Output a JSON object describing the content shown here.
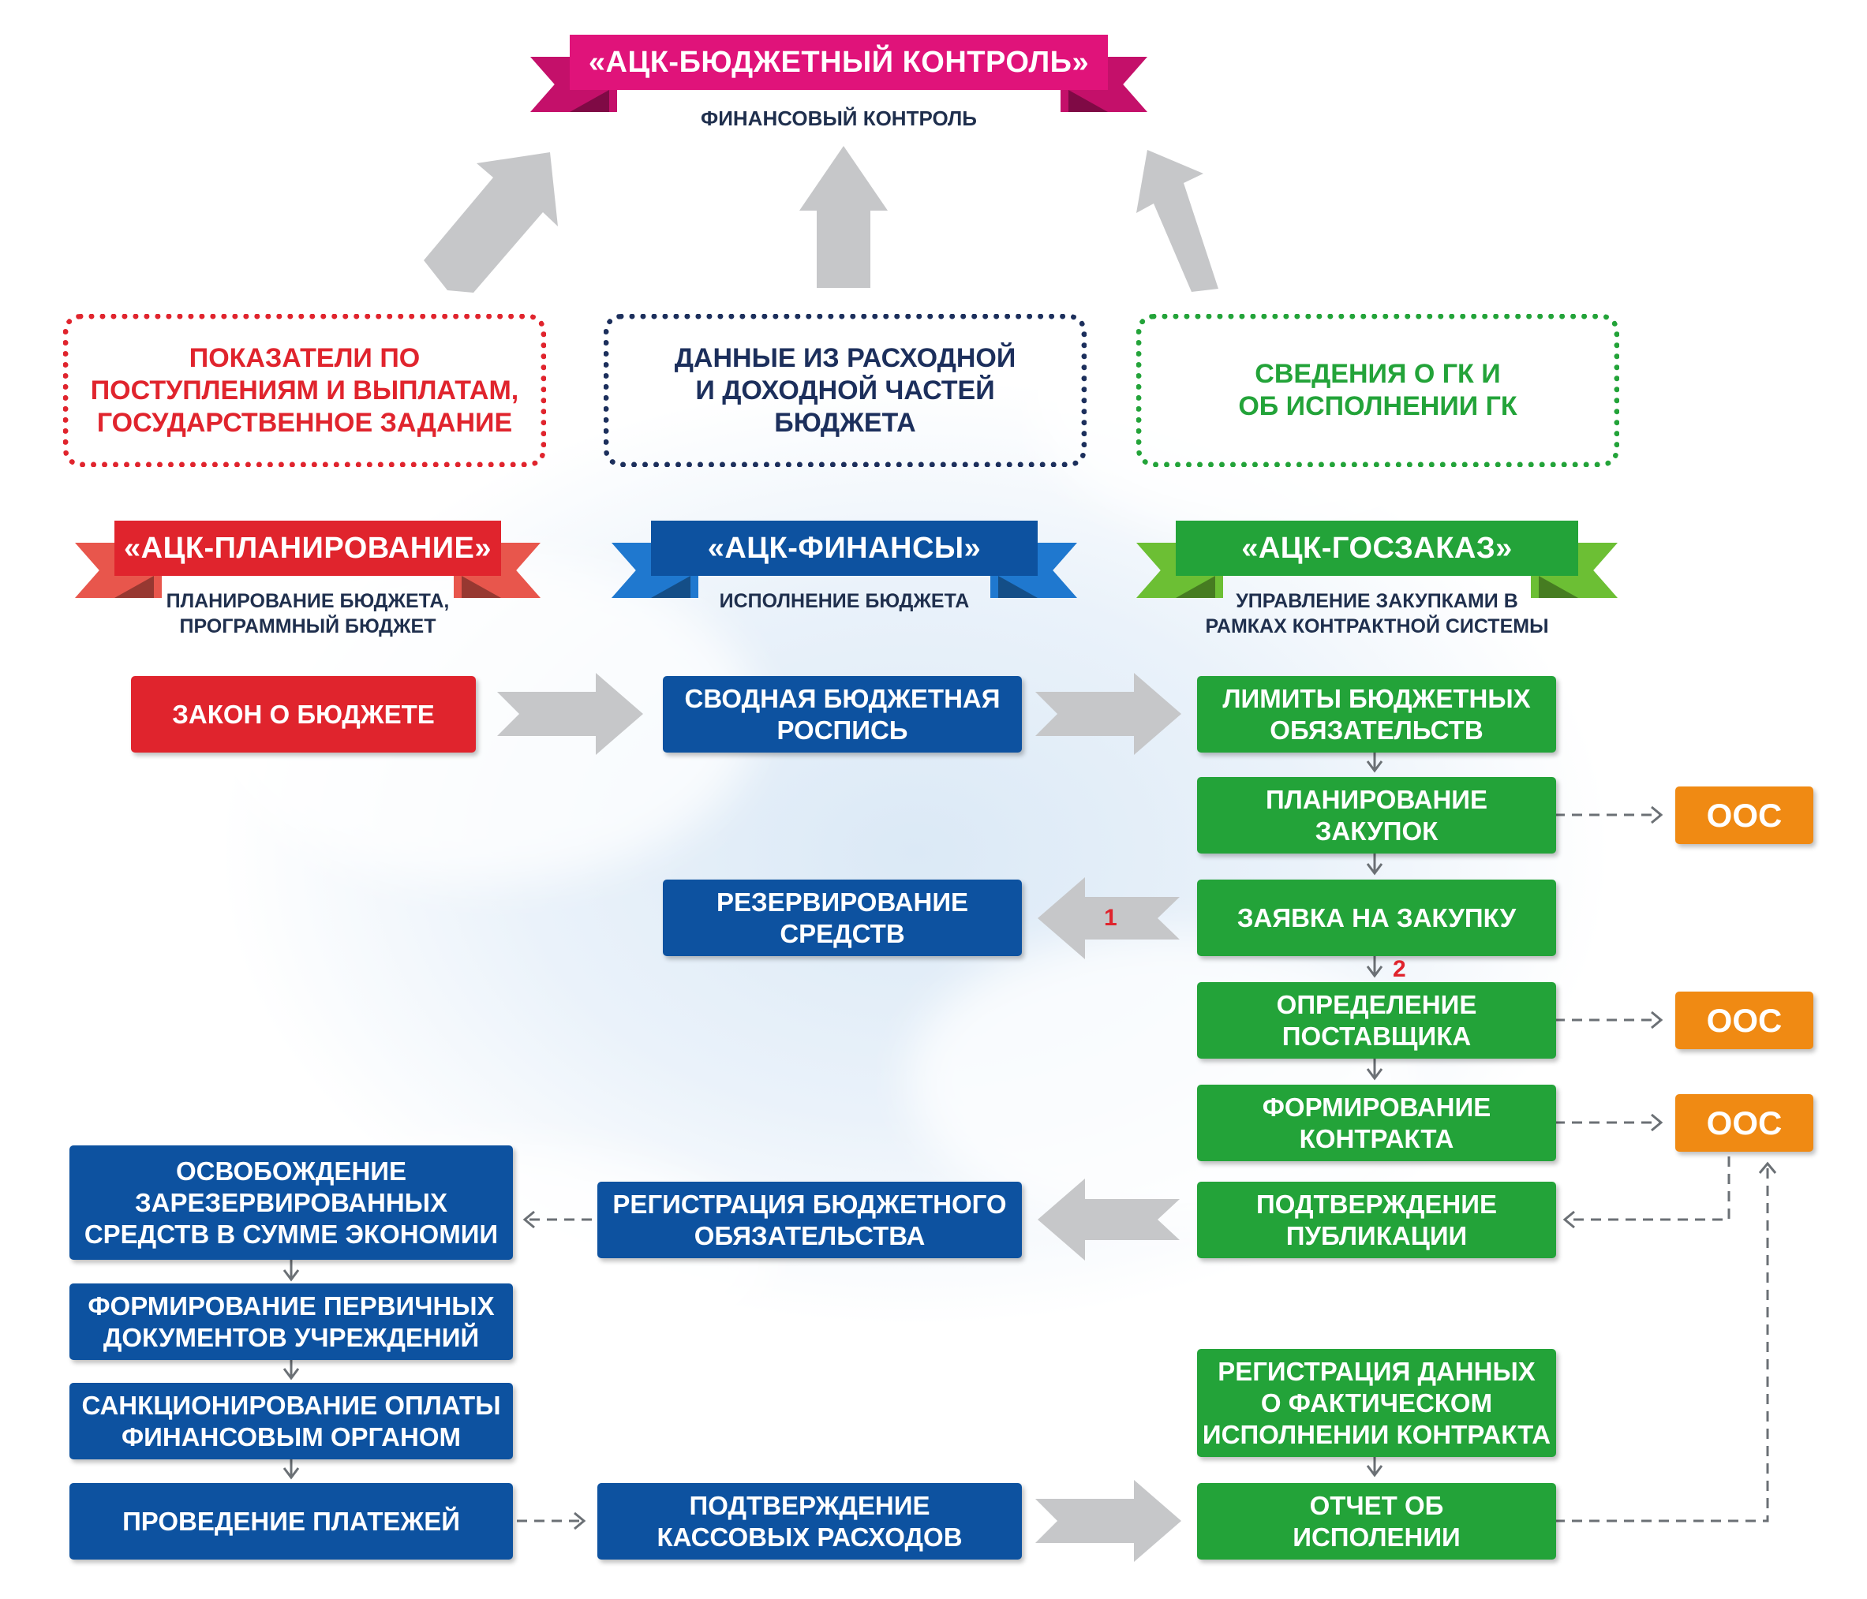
{
  "colors": {
    "control_magenta": "#e0137a",
    "planning_red": "#e0242d",
    "finance_blue": "#0d52a0",
    "procurement_green": "#23a339",
    "oos_orange": "#f08a13",
    "flow_arrow_gray": "#c6c7c9"
  },
  "top": {
    "title": "«АЦК-БЮДЖЕТНЫЙ КОНТРОЛЬ»",
    "subtitle": "ФИНАНСОВЫЙ КОНТРОЛЬ"
  },
  "data_sources": {
    "planning": "ПОКАЗАТЕЛИ ПО\nПОСТУПЛЕНИЯМ И ВЫПЛАТАМ,\nГОСУДАРСТВЕННОЕ ЗАДАНИЕ",
    "finance": "ДАННЫЕ ИЗ РАСХОДНОЙ\nИ ДОХОДНОЙ ЧАСТЕЙ\nБЮДЖЕТА",
    "procurement": "СВЕДЕНИЯ О ГК И\nОБ ИСПОЛНЕНИИ ГК"
  },
  "modules": {
    "planning": {
      "title": "«АЦК-ПЛАНИРОВАНИЕ»",
      "subtitle": "ПЛАНИРОВАНИЕ БЮДЖЕТА,\nПРОГРАММНЫЙ БЮДЖЕТ"
    },
    "finance": {
      "title": "«АЦК-ФИНАНСЫ»",
      "subtitle": "ИСПОЛНЕНИЕ БЮДЖЕТА"
    },
    "procurement": {
      "title": "«АЦК-ГОСЗАКАЗ»",
      "subtitle": "УПРАВЛЕНИЕ ЗАКУПКАМИ В\nРАМКАХ КОНТРАКТНОЙ СИСТЕМЫ"
    }
  },
  "steps": {
    "budget_law": "ЗАКОН О БЮДЖЕТЕ",
    "consolidated_list": "СВОДНАЯ БЮДЖЕТНАЯ\nРОСПИСЬ",
    "commitment_limits": "ЛИМИТЫ БЮДЖЕТНЫХ\nОБЯЗАТЕЛЬСТВ",
    "procurement_planning": "ПЛАНИРОВАНИЕ\nЗАКУПОК",
    "purchase_request": "ЗАЯВКА НА ЗАКУПКУ",
    "funds_reservation": "РЕЗЕРВИРОВАНИЕ\nСРЕДСТВ",
    "supplier_selection": "ОПРЕДЕЛЕНИЕ\nПОСТАВЩИКА",
    "contract_forming": "ФОРМИРОВАНИЕ\nКОНТРАКТА",
    "publication_confirm": "ПОДТВЕРЖДЕНИЕ\nПУБЛИКАЦИИ",
    "commitment_registration": "РЕГИСТРАЦИЯ БЮДЖЕТНОГО\nОБЯЗАТЕЛЬСТВА",
    "savings_release": "ОСВОБОЖДЕНИЕ\nЗАРЕЗЕРВИРОВАННЫХ\nСРЕДСТВ В СУММЕ ЭКОНОМИИ",
    "primary_docs": "ФОРМИРОВАНИЕ ПЕРВИЧНЫХ\nДОКУМЕНТОВ УЧРЕЖДЕНИЙ",
    "payment_sanction": "САНКЦИОНИРОВАНИЕ ОПЛАТЫ\nФИНАНСОВЫМ ОРГАНОМ",
    "payments": "ПРОВЕДЕНИЕ ПЛАТЕЖЕЙ",
    "cash_confirm": "ПОДТВЕРЖДЕНИЕ\nКАССОВЫХ РАСХОДОВ",
    "execution_data": "РЕГИСТРАЦИЯ ДАННЫХ\nО ФАКТИЧЕСКОМ\nИСПОЛНЕНИИ КОНТРАКТА",
    "execution_report": "ОТЧЕТ ОБ\nИСПОЛЕНИИ"
  },
  "oos": [
    "ООС",
    "ООС",
    "ООС"
  ],
  "markers": {
    "m1": "1",
    "m2": "2"
  }
}
